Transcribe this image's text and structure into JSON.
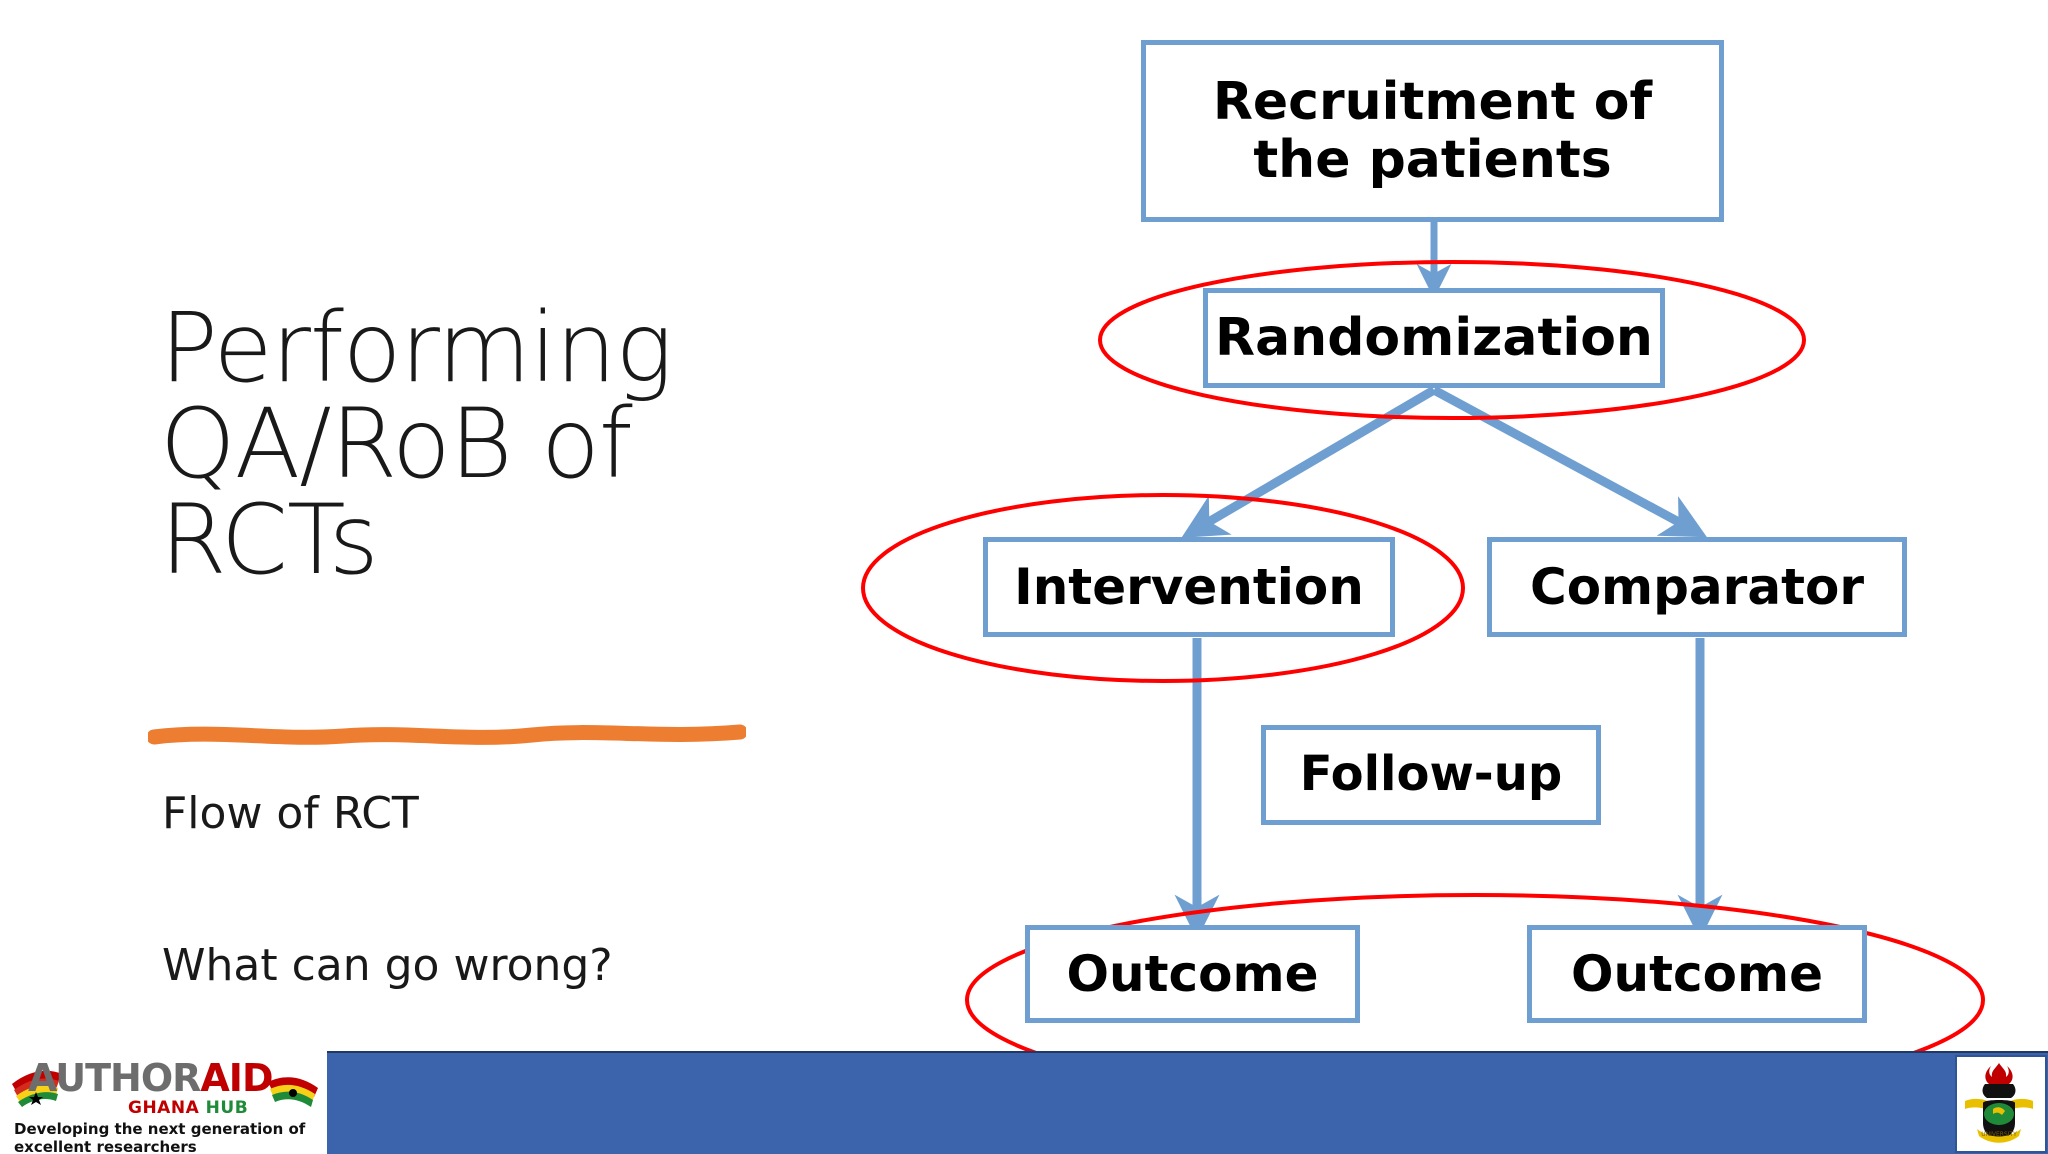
{
  "slide": {
    "title": "Performing\nQA/RoB of\nRCTs",
    "body_lines": [
      "Flow of RCT",
      "What can go wrong?"
    ],
    "accent_color": "#ED7D31",
    "box_border_color": "#6F9FD0",
    "arrow_color": "#6F9FD0",
    "highlight_color": "#FF0000",
    "footer_band_color": "#3C64AD"
  },
  "flowchart": {
    "type": "flowchart",
    "nodes": [
      {
        "id": "recruitment",
        "label": "Recruitment of the patients"
      },
      {
        "id": "randomization",
        "label": "Randomization"
      },
      {
        "id": "intervention",
        "label": "Intervention"
      },
      {
        "id": "comparator",
        "label": "Comparator"
      },
      {
        "id": "followup",
        "label": "Follow-up"
      },
      {
        "id": "outcome-left",
        "label": "Outcome"
      },
      {
        "id": "outcome-right",
        "label": "Outcome"
      }
    ],
    "edges": [
      {
        "from": "recruitment",
        "to": "randomization"
      },
      {
        "from": "randomization",
        "to": "intervention"
      },
      {
        "from": "randomization",
        "to": "comparator"
      },
      {
        "from": "intervention",
        "to": "outcome-left"
      },
      {
        "from": "comparator",
        "to": "outcome-right"
      }
    ],
    "highlights": [
      {
        "id": "highlight-randomization",
        "target": "randomization"
      },
      {
        "id": "highlight-intervention",
        "target": "intervention"
      },
      {
        "id": "highlight-outcomes",
        "target": "outcome-left,outcome-right"
      }
    ]
  },
  "footer": {
    "logo": {
      "word_author": "AUTHOR",
      "word_aid": "AID",
      "word_ghana": "GHANA",
      "word_hub": "HUB",
      "tagline": "Developing the next generation of excellent researchers"
    }
  }
}
